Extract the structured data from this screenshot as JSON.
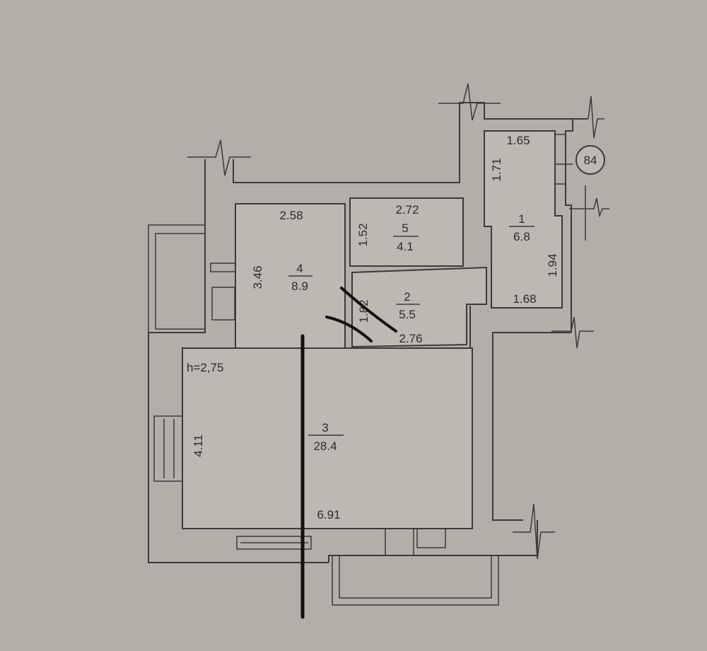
{
  "plan": {
    "apartment_number": "84",
    "ceiling_height": "h=2,75",
    "rooms": [
      {
        "number": "1",
        "area": "6.8",
        "dims": [
          "1.65",
          "1.71",
          "1.94",
          "1.68"
        ]
      },
      {
        "number": "2",
        "area": "5.5",
        "dims": [
          "1.82",
          "2.76"
        ]
      },
      {
        "number": "3",
        "area": "28.4",
        "dims": [
          "4.11",
          "6.91"
        ]
      },
      {
        "number": "4",
        "area": "8.9",
        "dims": [
          "2.58",
          "3.46"
        ]
      },
      {
        "number": "5",
        "area": "4.1",
        "dims": [
          "2.72",
          "1.52"
        ]
      }
    ]
  },
  "colors": {
    "paper": "#b3afa8",
    "ink": "#2b2b2b",
    "marker": "#111111"
  }
}
